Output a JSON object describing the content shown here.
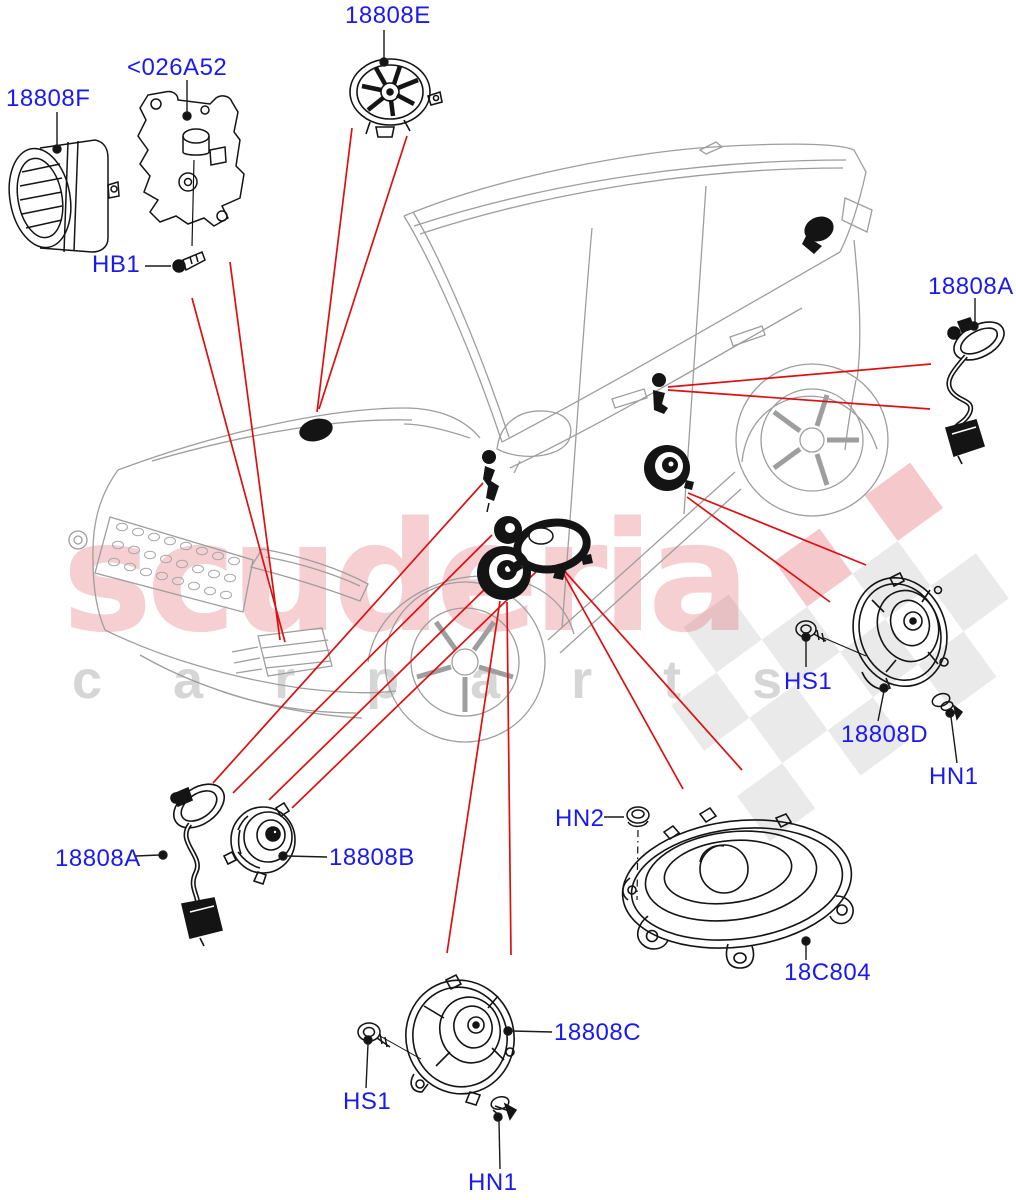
{
  "diagram": {
    "description": "Audio equipment - speakers parts diagram, Range Rover Evoque style vehicle line art",
    "colors": {
      "label_blue": "#1a1aef",
      "leader_red": "#dd1010",
      "part_black": "#141414",
      "car_gray": "#9e9e9e",
      "watermark_pink": "#efb6ba",
      "watermark_gray": "#d8d8d8"
    },
    "watermark": {
      "word": "scuderia",
      "letters": "c a r   p a r t s"
    },
    "labels": [
      {
        "id": "18808F",
        "text": "18808F"
      },
      {
        "id": "026A52",
        "text": "<026A52"
      },
      {
        "id": "HB1",
        "text": "HB1"
      },
      {
        "id": "18808E",
        "text": "18808E"
      },
      {
        "id": "18808A-right",
        "text": "18808A"
      },
      {
        "id": "HS1-right",
        "text": "HS1"
      },
      {
        "id": "18808D",
        "text": "18808D"
      },
      {
        "id": "HN1-right",
        "text": "HN1"
      },
      {
        "id": "HN2",
        "text": "HN2"
      },
      {
        "id": "18C804",
        "text": "18C804"
      },
      {
        "id": "18808A-left",
        "text": "18808A"
      },
      {
        "id": "18808B",
        "text": "18808B"
      },
      {
        "id": "18808C",
        "text": "18808C"
      },
      {
        "id": "HS1-bottom",
        "text": "HS1"
      },
      {
        "id": "HN1-bottom",
        "text": "HN1"
      }
    ]
  }
}
